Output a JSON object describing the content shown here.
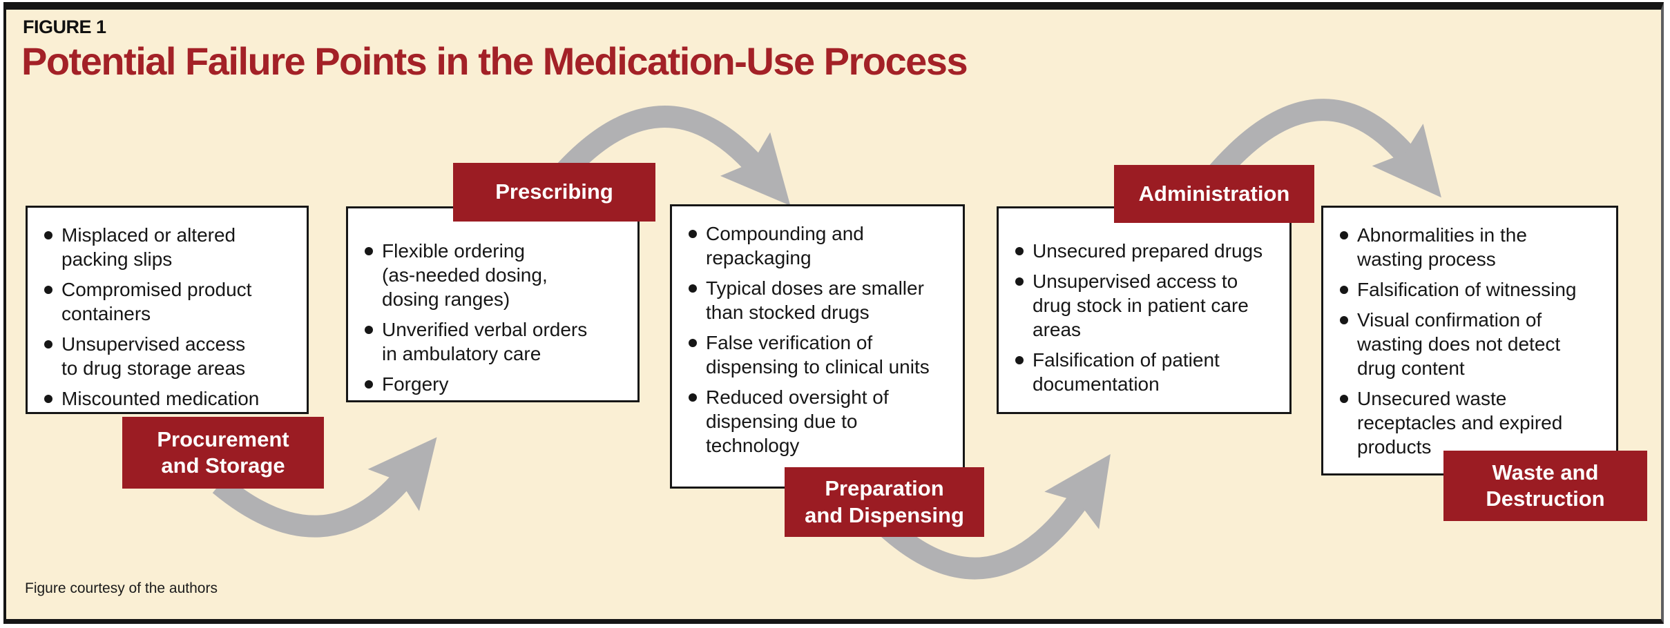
{
  "figure": {
    "kicker": "FIGURE 1",
    "title": "Potential Failure Points in the Medication-Use Process",
    "footnote": "Figure courtesy of the authors"
  },
  "colors": {
    "background_cream": "#FAEFD4",
    "title_red": "#A32127",
    "label_red": "#9B1C23",
    "arrow_gray": "#B1B1B3",
    "box_border_black": "#161616"
  },
  "stages": [
    {
      "name": "Procurement and Storage",
      "label_lines": [
        "Procurement",
        "and Storage"
      ],
      "bullets": [
        "Misplaced or altered\npacking slips",
        "Compromised product\ncontainers",
        "Unsupervised access\nto drug storage areas",
        "Miscounted medication"
      ]
    },
    {
      "name": "Prescribing",
      "label_lines": [
        "Prescribing"
      ],
      "bullets": [
        "Flexible ordering\n(as-needed dosing,\ndosing ranges)",
        "Unverified verbal orders\nin ambulatory care",
        "Forgery"
      ]
    },
    {
      "name": "Preparation and Dispensing",
      "label_lines": [
        "Preparation",
        "and Dispensing"
      ],
      "bullets": [
        "Compounding and\nrepackaging",
        "Typical doses are smaller\nthan stocked drugs",
        "False verification of\ndispensing to clinical units",
        "Reduced oversight of\ndispensing due to\ntechnology"
      ]
    },
    {
      "name": "Administration",
      "label_lines": [
        "Administration"
      ],
      "bullets": [
        "Unsecured prepared drugs",
        "Unsupervised access to\ndrug stock in patient care\nareas",
        "Falsification of patient\ndocumentation"
      ]
    },
    {
      "name": "Waste and Destruction",
      "label_lines": [
        "Waste and",
        "Destruction"
      ],
      "bullets": [
        "Abnormalities in the\nwasting process",
        "Falsification of witnessing",
        "Visual confirmation of\nwasting does not detect\ndrug content",
        "Unsecured waste\nreceptacles and expired\nproducts"
      ]
    }
  ]
}
